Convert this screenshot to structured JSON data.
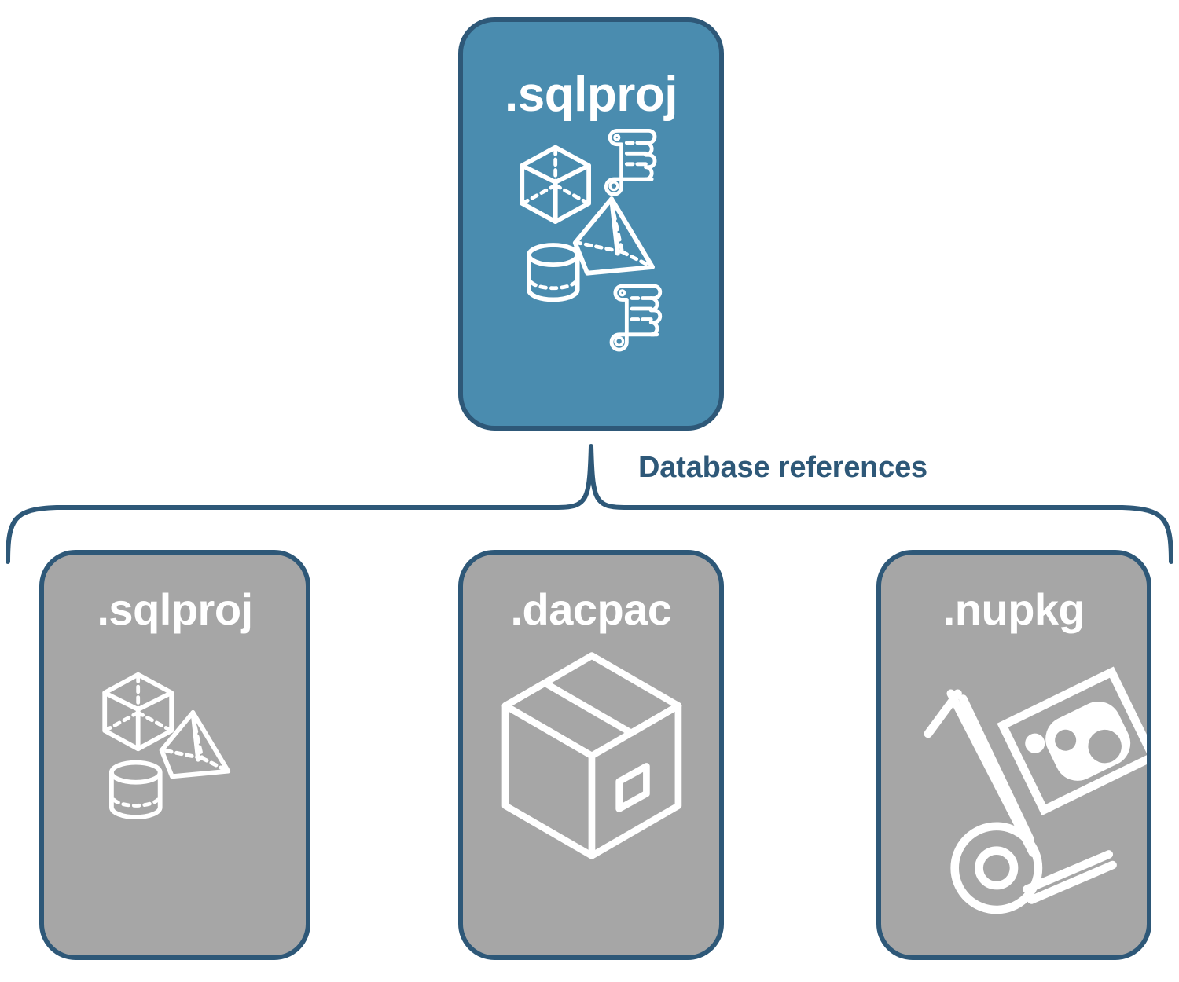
{
  "diagram": {
    "title": "Database references",
    "colors": {
      "primary_card_fill": "#4A8CAF",
      "secondary_card_fill": "#A6A6A6",
      "border": "#2E5878",
      "label_text": "#2E5878",
      "card_text": "#FFFFFF"
    },
    "connector": {
      "label": "Database references",
      "style": "curly-brace",
      "name": "database-references-bracket"
    },
    "source_card": {
      "label": ".sqlproj",
      "fill": "#4A8CAF",
      "icons": [
        "wireframe-cube-icon",
        "wireframe-pyramid-icon",
        "wireframe-cylinder-icon",
        "scroll-document-icon",
        "scroll-document-icon"
      ]
    },
    "reference_cards": [
      {
        "label": ".sqlproj",
        "fill": "#A6A6A6",
        "icons": [
          "wireframe-cube-icon",
          "wireframe-pyramid-icon",
          "wireframe-cylinder-icon"
        ]
      },
      {
        "label": ".dacpac",
        "fill": "#A6A6A6",
        "icons": [
          "shipping-box-icon"
        ]
      },
      {
        "label": ".nupkg",
        "fill": "#A6A6A6",
        "icons": [
          "hand-truck-package-icon"
        ]
      }
    ]
  }
}
